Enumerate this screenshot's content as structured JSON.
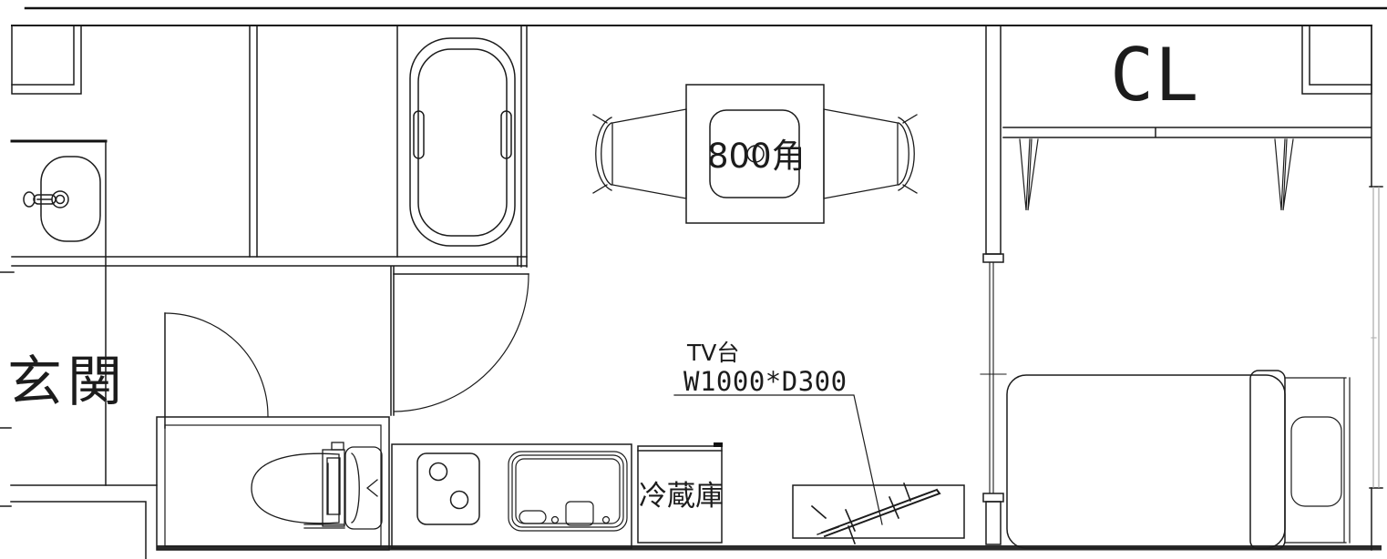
{
  "title": "studio apartment floor plan",
  "colors": {
    "line": "#1c1c1c",
    "wall_heavy": "#111111",
    "window_glass": "#b5b5b5",
    "background": "#ffffff"
  },
  "rooms": {
    "entrance_label": "玄関",
    "closet_label": "CL"
  },
  "furniture": {
    "table_label": "800角",
    "refrigerator_label": "冷蔵庫",
    "tv_stand_label_line1": "TV台",
    "tv_stand_label_line2": "W1000*D300"
  }
}
